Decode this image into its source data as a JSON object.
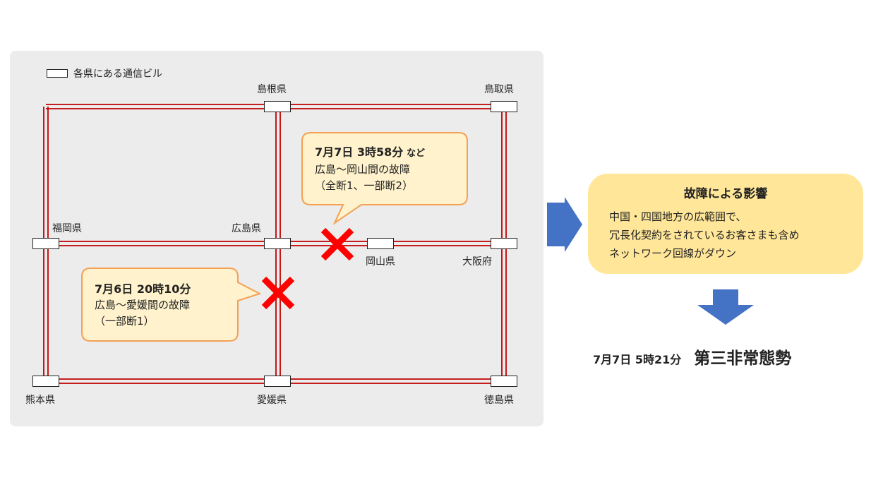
{
  "legend": {
    "label": "各県にある通信ビル"
  },
  "prefectures": {
    "shimane": "島根県",
    "tottori": "鳥取県",
    "fukuoka": "福岡県",
    "hiroshima": "広島県",
    "okayama": "岡山県",
    "osaka": "大阪府",
    "kumamoto": "熊本県",
    "ehime": "愛媛県",
    "tokushima": "徳島県"
  },
  "callout_okayama": {
    "heading": "7月7日  3時58分",
    "heading_suffix": "など",
    "line1": "広島～岡山間の故障",
    "line2": "（全断1、一部断2）"
  },
  "callout_ehime": {
    "heading": "7月6日  20時10分",
    "line1": "広島～愛媛間の故障",
    "line2": "（一部断1）"
  },
  "impact": {
    "title": "故障による影響",
    "line1": "中国・四国地方の広範囲で、",
    "line2": "冗長化契約をされているお客さまも含め",
    "line3": "ネットワーク回線がダウン"
  },
  "final": {
    "time": "7月7日  5時21分",
    "status": "第三非常態勢"
  },
  "colors": {
    "panel_bg": "#ececec",
    "line_red": "#c00000",
    "callout_fill": "#fff2cc",
    "callout_border": "#f4a055",
    "impact_fill": "#ffe699",
    "arrow_blue": "#4472c4",
    "fault_x": "#ff0000"
  },
  "icons": {
    "fault_marker": "x-mark-icon",
    "flow_arrow": "arrow-icon"
  }
}
